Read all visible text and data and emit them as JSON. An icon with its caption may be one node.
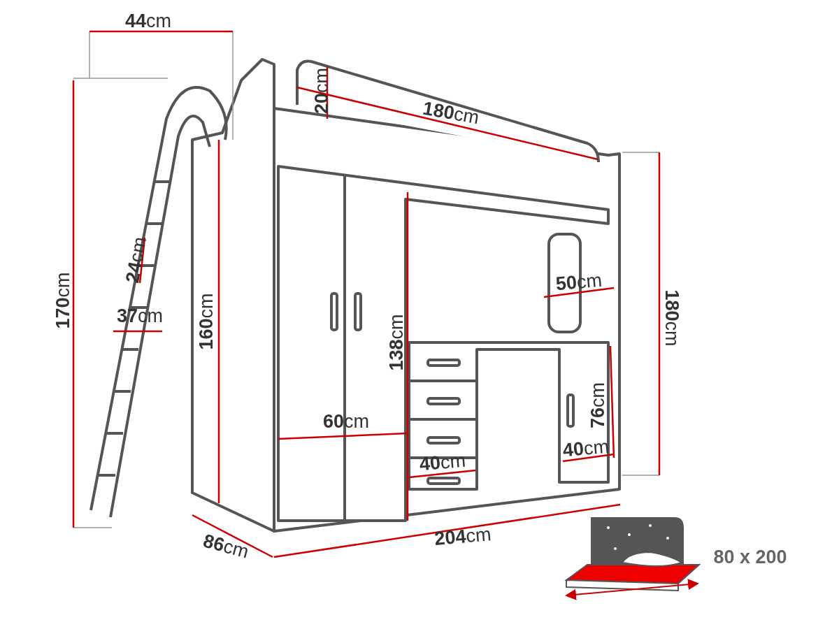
{
  "diagram": {
    "labels": [
      "**44**cm",
      "**20**cm",
      "**180**cm",
      "**24**cm",
      "**50**cm",
      "**170**cm",
      "**37**cm",
      "**160**cm",
      "**180**cm",
      "**138**cm",
      "**76**cm",
      "**60**cm",
      "**40**cm",
      "**40**cm",
      "**204**cm",
      "**86**cm",
      "80 x 200"
    ]
  }
}
